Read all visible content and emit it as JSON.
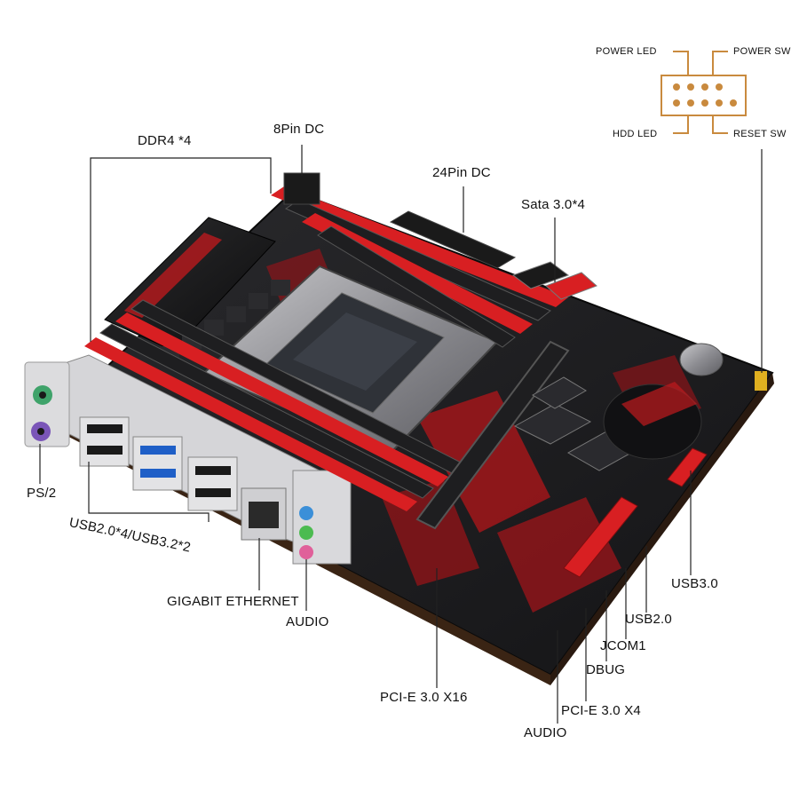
{
  "labels": {
    "ddr4": "DDR4 *4",
    "pin8": "8Pin DC",
    "pin24": "24Pin DC",
    "sata": "Sata 3.0*4",
    "ps2": "PS/2",
    "usb_rear": "USB2.0*4/USB3.2*2",
    "ethernet": "GIGABIT ETHERNET",
    "audio_rear": "AUDIO",
    "pcie16": "PCI-E 3.0 X16",
    "audio_front": "AUDIO",
    "pcie4": "PCI-E 3.0 X4",
    "dbug": "DBUG",
    "jcom1": "JCOM1",
    "usb2": "USB2.0",
    "usb3": "USB3.0"
  },
  "front_panel": {
    "power_led": "POWER LED",
    "power_sw": "POWER SW",
    "hdd_led": "HDD LED",
    "reset_sw": "RESET SW"
  },
  "colors": {
    "board": "#1a1a1c",
    "accent_red": "#d01e1e",
    "leader": "#222222",
    "connector_border": "#c98a3e"
  }
}
